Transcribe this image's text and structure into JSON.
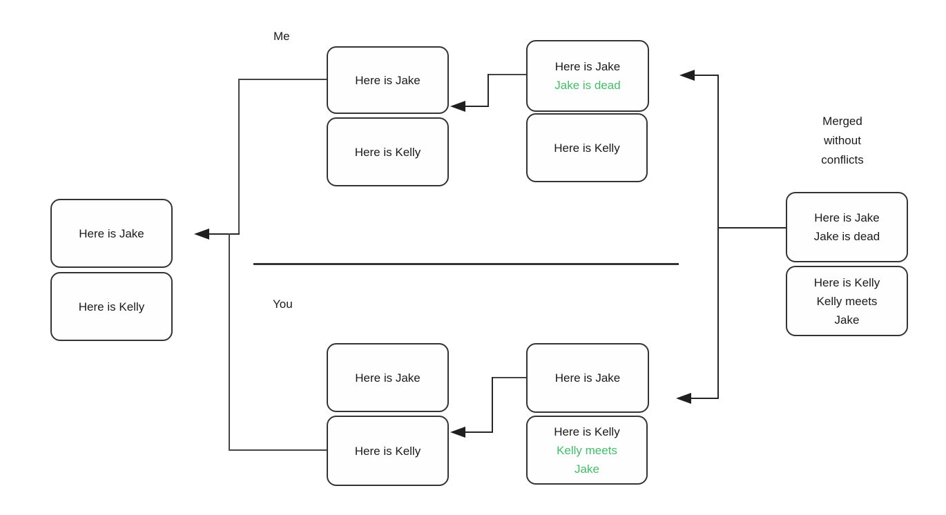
{
  "colors": {
    "green": "#42bd69",
    "line": "#444444",
    "box_border": "#333333",
    "text": "#1a1a1a"
  },
  "labels": {
    "me": "Me",
    "you": "You",
    "merged_caption": {
      "line1": "Merged",
      "line2": "without",
      "line3": "conflicts"
    }
  },
  "boxes": {
    "root_jake": {
      "line1": "Here is Jake"
    },
    "root_kelly": {
      "line1": "Here is Kelly"
    },
    "me_jake": {
      "line1": "Here is Jake"
    },
    "me_kelly": {
      "line1": "Here is Kelly"
    },
    "me_remote_jake": {
      "line1": "Here is Jake",
      "line2": "Jake is dead"
    },
    "me_remote_kelly": {
      "line1": "Here is Kelly"
    },
    "you_jake": {
      "line1": "Here is Jake"
    },
    "you_kelly": {
      "line1": "Here is Kelly"
    },
    "you_remote_jake": {
      "line1": "Here is Jake"
    },
    "you_remote_kelly": {
      "line1": "Here is Kelly",
      "line2": "Kelly meets",
      "line3": "Jake"
    },
    "merged_jake": {
      "line1": "Here is Jake",
      "line2": "Jake is dead"
    },
    "merged_kelly": {
      "line1": "Here is Kelly",
      "line2": "Kelly meets",
      "line3": "Jake"
    }
  }
}
